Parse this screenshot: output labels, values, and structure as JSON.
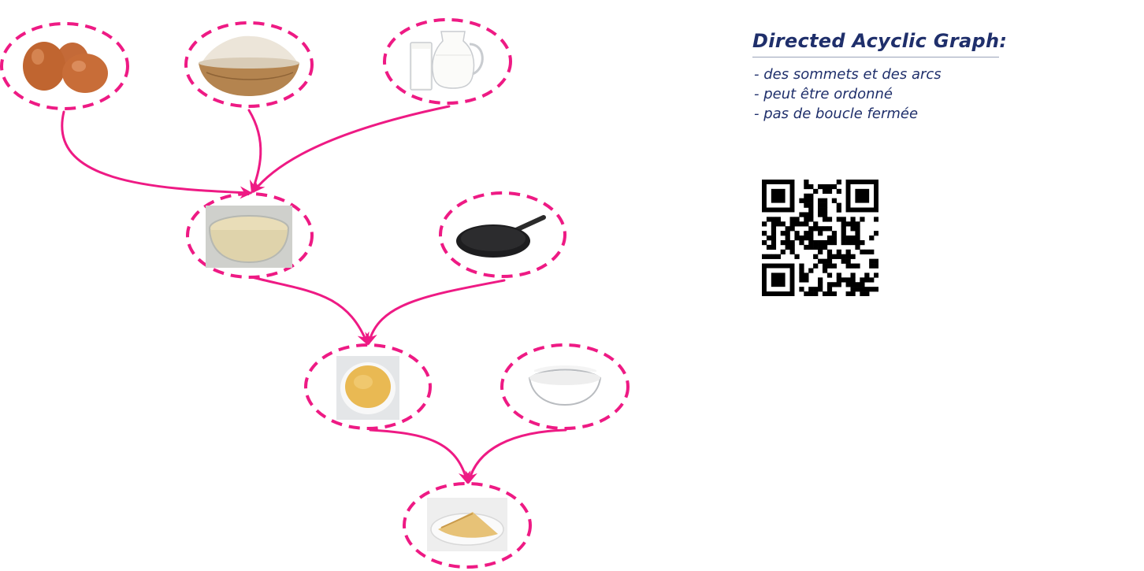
{
  "diagram": {
    "type": "directed-acyclic-graph",
    "edge_color": "#ee1a84",
    "nodes": [
      {
        "id": "eggs",
        "icon": "eggs-icon"
      },
      {
        "id": "flour",
        "icon": "flour-bowl-icon"
      },
      {
        "id": "milk",
        "icon": "milk-jug-icon"
      },
      {
        "id": "batter",
        "icon": "batter-bowl-icon"
      },
      {
        "id": "pan",
        "icon": "crepe-pan-icon"
      },
      {
        "id": "crepe",
        "icon": "crepe-plate-icon"
      },
      {
        "id": "sugar",
        "icon": "sugar-bowl-icon"
      },
      {
        "id": "sugared_crepe",
        "icon": "folded-crepe-icon"
      }
    ],
    "edges": [
      {
        "from": "eggs",
        "to": "batter"
      },
      {
        "from": "flour",
        "to": "batter"
      },
      {
        "from": "milk",
        "to": "batter"
      },
      {
        "from": "batter",
        "to": "crepe"
      },
      {
        "from": "pan",
        "to": "crepe"
      },
      {
        "from": "crepe",
        "to": "sugared_crepe"
      },
      {
        "from": "sugar",
        "to": "sugared_crepe"
      }
    ]
  },
  "legend": {
    "title": "Directed Acyclic Graph:",
    "items": [
      "- des sommets et des arcs",
      "- peut être ordonné",
      "- pas de boucle fermée"
    ]
  },
  "qr": {
    "icon": "qr-code-icon"
  }
}
